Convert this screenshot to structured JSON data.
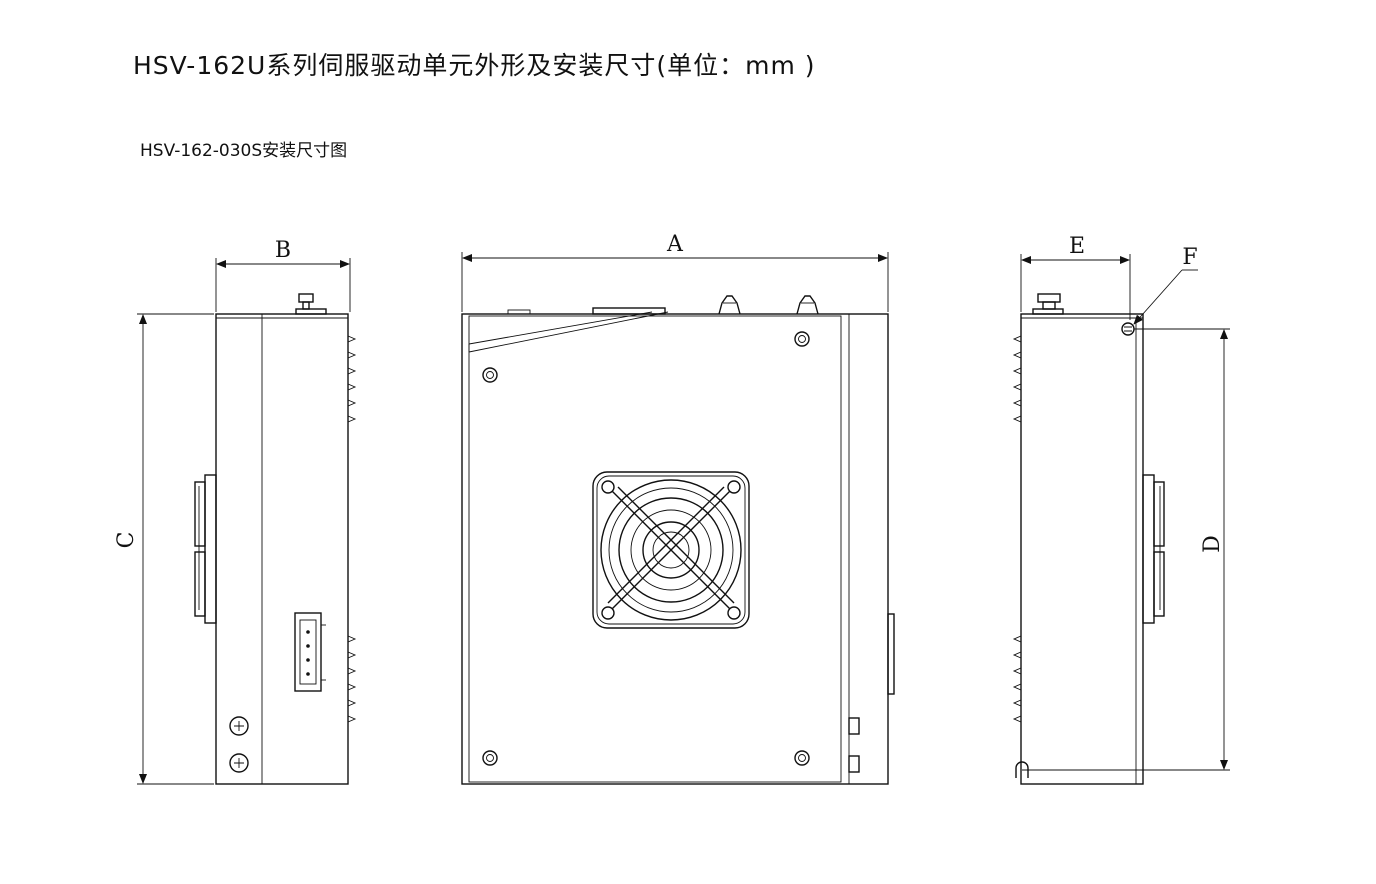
{
  "title": "HSV-162U系列伺服驱动单元外形及安装尺寸(单位：mm )",
  "subtitle": "HSV-162-030S安装尺寸图",
  "dimension_labels": {
    "a": "A",
    "b": "B",
    "c": "C",
    "d": "D",
    "e": "E",
    "f": "F"
  },
  "views": [
    "side-view-left",
    "front-view",
    "side-view-right"
  ]
}
